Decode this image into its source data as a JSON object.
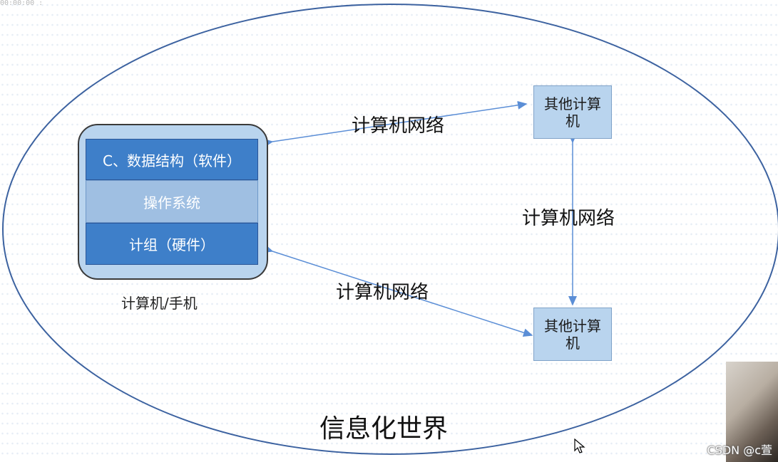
{
  "artifact_text": "00:00:00 :",
  "world": {
    "title": "信息化世界",
    "ellipse_color": "#3c62a0"
  },
  "device": {
    "layers": {
      "software": "C、数据结构（软件）",
      "os": "操作系统",
      "hardware": "计组（硬件）"
    },
    "caption": "计算机/手机"
  },
  "other_computers": {
    "top": "其他计算机",
    "bottom": "其他计算机"
  },
  "network_labels": {
    "top": "计算机网络",
    "right": "计算机网络",
    "bottom": "计算机网络"
  },
  "watermark": "CSDN @c萱",
  "colors": {
    "layer_dark": "#3e7fc9",
    "layer_light": "#9fbfe2",
    "box_fill": "#b9d4ee",
    "arrow": "#5b8ed6"
  },
  "icons": {
    "cursor": "mouse-pointer-icon"
  }
}
